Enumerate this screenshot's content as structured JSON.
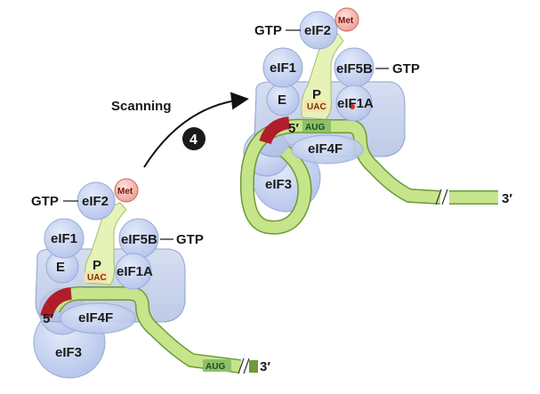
{
  "step": {
    "label": "Scanning",
    "number": "4"
  },
  "colors": {
    "protein_fill": "#c8d4f0",
    "protein_stroke": "#8a9ccf",
    "ribosome_fill": "#b7c6e6",
    "mrna_fill": "#c6e48a",
    "mrna_stroke": "#6d9a3a",
    "cap": "#b01e2a",
    "trna_fill": "#e6f2b8",
    "met_fill": "#f3b7ad",
    "arrow": "#111111"
  },
  "before": {
    "gtp_eif2": "GTP",
    "eif2": "eIF2",
    "met": "Met",
    "eif1": "eIF1",
    "eif5b": "eIF5B",
    "eif5b_gtp": "GTP",
    "e_site": "E",
    "p_site": "P",
    "anticodon": "UAC",
    "eif1a": "eIF1A",
    "five_prime": "5′",
    "eif4f": "eIF4F",
    "eif3": "eIF3",
    "aug": "AUG",
    "three_prime": "3′"
  },
  "after": {
    "gtp_eif2": "GTP",
    "eif2": "eIF2",
    "met": "Met",
    "eif1": "eIF1",
    "eif5b": "eIF5B",
    "eif5b_gtp": "GTP",
    "e_site": "E",
    "p_site": "P",
    "anticodon": "UAC",
    "eif1a": "eIF1A",
    "five_prime": "5′",
    "aug": "AUG",
    "eif4f": "eIF4F",
    "eif3": "eIF3",
    "three_prime": "3′"
  }
}
